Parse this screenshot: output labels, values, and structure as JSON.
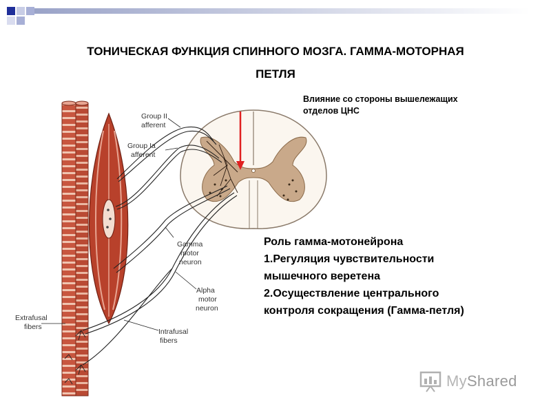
{
  "slide": {
    "title_line1": "ТОНИЧЕСКАЯ  ФУНКЦИЯ СПИННОГО МОЗГА. ГАММА-МОТОРНАЯ",
    "title_line2": "ПЕТЛЯ",
    "cns_note_line1": "Влияние со стороны вышележащих",
    "cns_note_line2": "отделов ЦНС",
    "role_heading": "Роль гамма-мотонейрона",
    "role_item1_line1": "1.Регуляция чувствительности",
    "role_item1_line2": "мышечного веретена",
    "role_item2_line1": "2.Осуществление центрального",
    "role_item2_line2": "контроля сокращения (Гамма-петля)"
  },
  "diagram": {
    "labels": {
      "group2_l1": "Group II",
      "group2_l2": "afferent",
      "group1a_l1": "Group Ia",
      "group1a_l2": "afferent",
      "gamma_l1": "Gamma",
      "gamma_l2": "motor",
      "gamma_l3": "neuron",
      "alpha_l1": "Alpha",
      "alpha_l2": "motor",
      "alpha_l3": "neuron",
      "extrafusal_l1": "Extrafusal",
      "extrafusal_l2": "fibers",
      "intrafusal_l1": "Intrafusal",
      "intrafusal_l2": "fibers"
    }
  },
  "logo": {
    "text_my": "My",
    "text_shared": "Shared"
  },
  "colors": {
    "muscle": "#c8563f",
    "muscle_stripe": "#f0c4b0",
    "cord_grey": "#c9a98a",
    "arrow": "#e02020",
    "corner_blue": "#1f2f9a"
  }
}
